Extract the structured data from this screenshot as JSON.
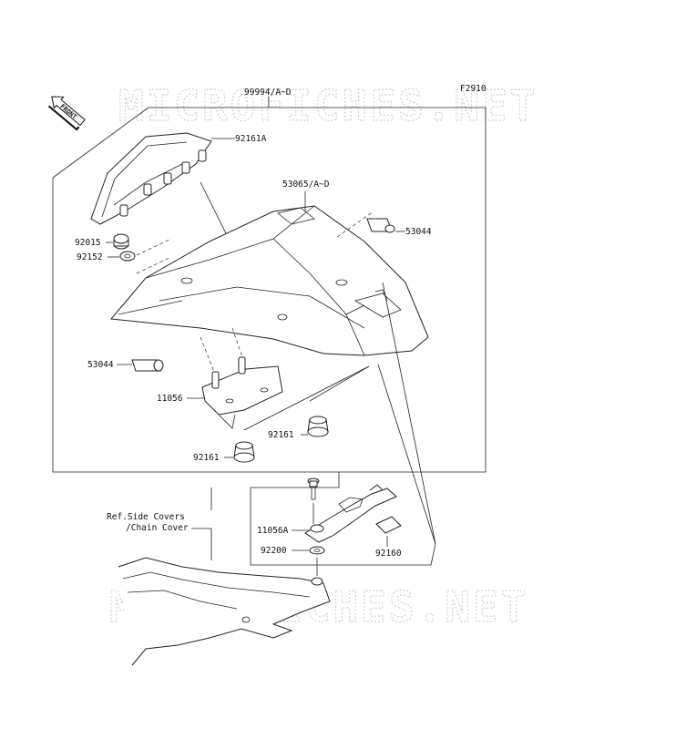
{
  "figure_code": "F2910",
  "watermark": "MICROFICHES.NET",
  "front_marker": "FRONT",
  "callouts": {
    "assembly": "99994/A~D",
    "cowl_tail": "92161A",
    "seat_cowl": "53065/A~D",
    "pad_right": "53044",
    "collar": "92015",
    "washer_top": "92152",
    "pad_left": "53044",
    "bracket": "11056",
    "damper_right": "92161",
    "damper_left": "92161",
    "bracket_a": "11056A",
    "washer_bottom": "92200",
    "pad_small": "92160"
  },
  "reference": {
    "line1": "Ref.Side Covers",
    "line2": "/Chain Cover"
  }
}
